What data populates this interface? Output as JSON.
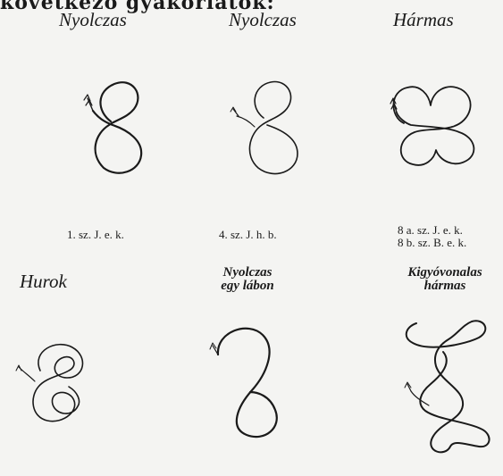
{
  "heading": "következő gyakorlatok:",
  "figures": [
    {
      "title": "Nyolczas",
      "caption": "1. sz. J. e. k.",
      "icon": "figure-eight-diagram"
    },
    {
      "title": "Nyolczas",
      "caption": "4. sz. J. h. b.",
      "icon": "figure-eight-diagram"
    },
    {
      "title": "Hármas",
      "caption_line1": "8 a. sz. J. e. k.",
      "caption_line2": "8 b. sz. B. e. k.",
      "icon": "three-figure-diagram"
    },
    {
      "title": "Hurok",
      "icon": "loop-figure-diagram"
    },
    {
      "title_line1": "Nyolczas",
      "title_line2": "egy lábon",
      "icon": "one-foot-eight-diagram"
    },
    {
      "title_line1": "Kigyóvonalas",
      "title_line2": "hármas",
      "icon": "serpentine-three-diagram"
    }
  ]
}
